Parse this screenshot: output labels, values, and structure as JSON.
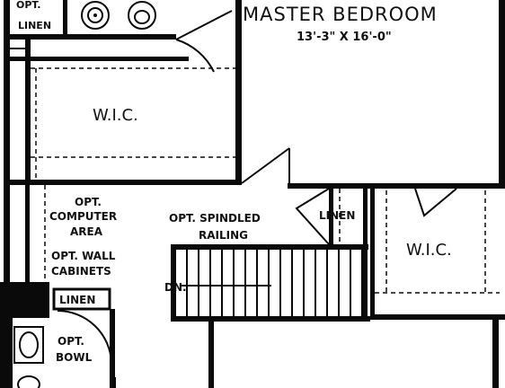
{
  "rooms": {
    "master_bedroom": {
      "name": "MASTER BEDROOM",
      "dimensions": "13'-3\" X 16'-0\""
    },
    "wic_left": "W.I.C.",
    "wic_right": "W.I.C."
  },
  "notes": {
    "linen_top": "LINEN",
    "linen_top_partial": "OPT.",
    "computer_area_line1": "OPT.",
    "computer_area_line2": "COMPUTER",
    "computer_area_line3": "AREA",
    "wall_cabinets_line1": "OPT. WALL",
    "wall_cabinets_line2": "CABINETS",
    "spindled_line1": "OPT. SPINDLED",
    "spindled_line2": "RAILING",
    "linen_mid": "LINEN",
    "linen_bottom": "LINEN",
    "stairs_dn": "DN.",
    "bowl_line1": "OPT.",
    "bowl_line2": "BOWL"
  }
}
